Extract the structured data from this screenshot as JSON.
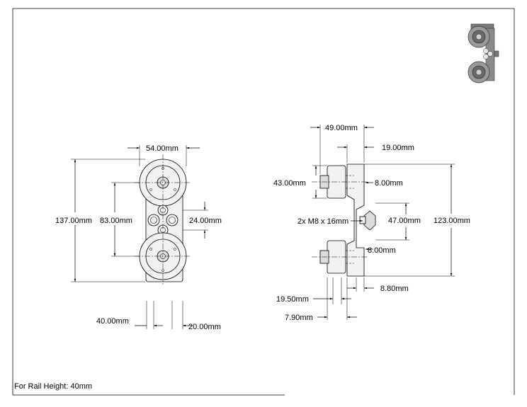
{
  "note": "For Rail Height: 40mm",
  "front_view": {
    "width_top": "54.00mm",
    "overall_height": "137.00mm",
    "wheel_spacing": "83.00mm",
    "center_hole_spacing": "24.00mm",
    "offset_left": "40.00mm",
    "offset_right": "20.00mm"
  },
  "side_view": {
    "overall_depth": "49.00mm",
    "plate_offset": "19.00mm",
    "wheel_diameter": "43.00mm",
    "upper_thickness": "8.00mm",
    "bolt_spec": "2x M8 x 16mm",
    "bolt_spacing": "47.00mm",
    "plate_height": "123.00mm",
    "lower_thickness": "8.00mm",
    "wheel_width": "19.50mm",
    "plate_thickness": "8.80mm",
    "spacer": "7.90mm"
  }
}
